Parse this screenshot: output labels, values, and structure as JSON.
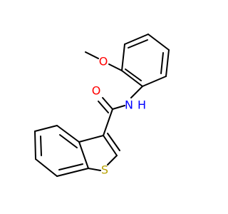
{
  "molecule": {
    "atoms": {
      "oxygen_methoxy": "O",
      "oxygen_carbonyl": "O",
      "nitrogen_amide": "N",
      "hydrogen_amide": "H",
      "sulfur_ring": "S"
    },
    "colors": {
      "bond": "#000000",
      "oxygen": "#ff0000",
      "nitrogen": "#0000ff",
      "sulfur": "#b8a200"
    }
  }
}
